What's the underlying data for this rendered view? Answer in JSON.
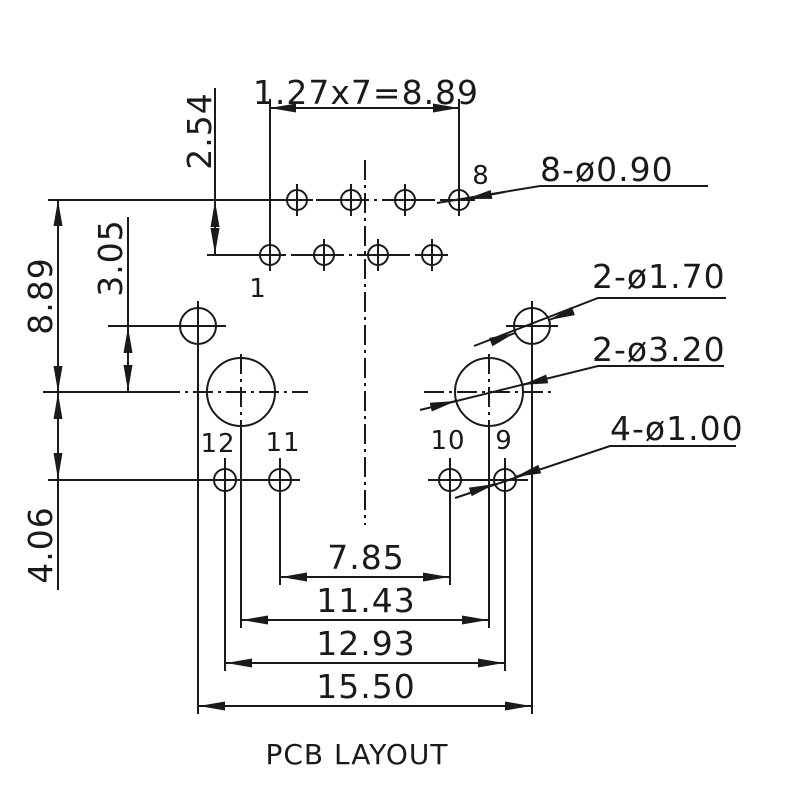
{
  "page": {
    "title": "PCB LAYOUT"
  },
  "colors": {
    "ink": "#1a1a1a",
    "background": "#ffffff"
  },
  "dimensions": {
    "pin_pitch_total": "1.27x7=8.89",
    "pin_row_spacing": "2.54",
    "post_to_boss_vertical": "3.05",
    "pin_row_to_boss_vertical": "8.89",
    "boss_to_shield_vertical": "4.06",
    "shield_holes_span": "7.85",
    "boss_holes_span": "11.43",
    "shield_outer_span": "12.93",
    "post_holes_span": "15.50"
  },
  "hole_callouts": {
    "pin_holes": "8-ø0.90",
    "post_holes": "2-ø1.70",
    "boss_holes": "2-ø3.20",
    "shield_holes": "4-ø1.00"
  },
  "hole_labels": {
    "pin_1": "1",
    "pin_8": "8",
    "hole_9": "9",
    "hole_10": "10",
    "hole_11": "11",
    "hole_12": "12"
  }
}
